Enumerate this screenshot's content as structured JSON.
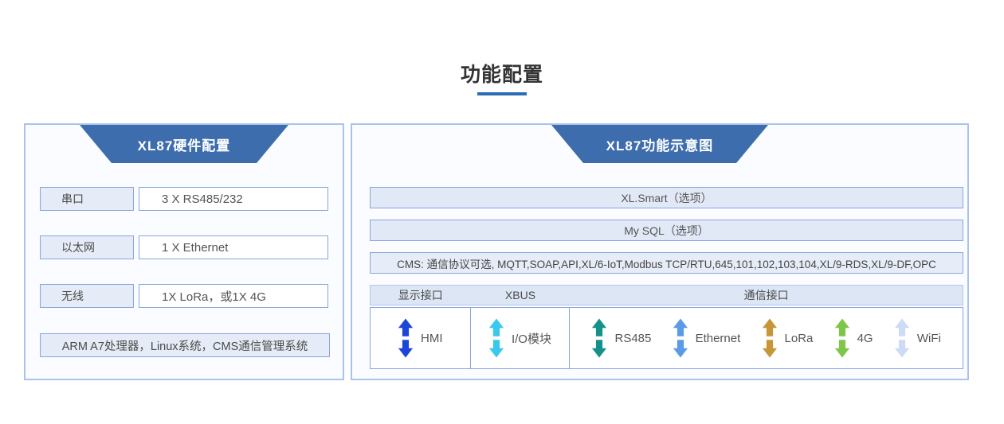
{
  "page": {
    "title": "功能配置"
  },
  "colors": {
    "title_underline": "#2c6cb7",
    "trapezoid_blue": "#3d6dac",
    "panel_border": "#a9c3ee",
    "box_border": "#87a5de",
    "box_fill": "#e6ecf7"
  },
  "left_panel": {
    "header": "XL87硬件配置",
    "rows": [
      {
        "label": "串口",
        "value": "3 X RS485/232"
      },
      {
        "label": "以太网",
        "value": "1 X Ethernet"
      },
      {
        "label": "无线",
        "value": "1X LoRa，或1X 4G"
      }
    ],
    "footer": "ARM A7处理器，Linux系统，CMS通信管理系统"
  },
  "right_panel": {
    "header": "XL87功能示意图",
    "option_rows": [
      "XL.Smart（选项）",
      "My SQL（选项）"
    ],
    "cms_row": "CMS: 通信协议可选, MQTT,SOAP,API,XL/6-IoT,Modbus TCP/RTU,645,101,102,103,104,XL/9-RDS,XL/9-DF,OPC",
    "table": {
      "headers": [
        "显示接口",
        "XBUS",
        "通信接口"
      ],
      "display_interface": {
        "label": "HMI",
        "color": "#1c46d8"
      },
      "xbus": {
        "label": "I/O模块",
        "color": "#38c9ed"
      },
      "comm_interfaces": [
        {
          "label": "RS485",
          "color": "#149189"
        },
        {
          "label": "Ethernet",
          "color": "#5a9be8"
        },
        {
          "label": "LoRa",
          "color": "#c69737"
        },
        {
          "label": "4G",
          "color": "#7cc74a"
        },
        {
          "label": "WiFi",
          "color": "#cedbf5"
        }
      ]
    }
  }
}
